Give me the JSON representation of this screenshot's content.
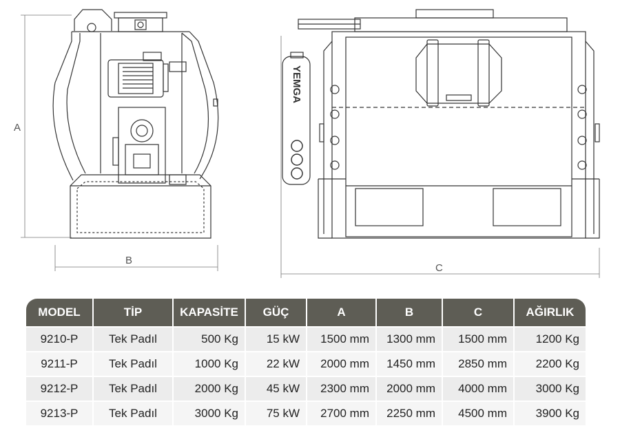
{
  "drawing": {
    "dimension_labels": {
      "a": "A",
      "b": "B",
      "c": "C"
    },
    "logo_text": "YEMGA",
    "line_color": "#555555",
    "outline_color": "#333333"
  },
  "table": {
    "header_color": "#5e5d55",
    "columns": [
      "MODEL",
      "TİP",
      "KAPASİTE",
      "GÜÇ",
      "A",
      "B",
      "C",
      "AĞIRLIK"
    ],
    "rows": [
      [
        "9210-P",
        "Tek Padıl",
        "500 Kg",
        "15 kW",
        "1500 mm",
        "1300 mm",
        "1500 mm",
        "1200 Kg"
      ],
      [
        "9211-P",
        "Tek Padıl",
        "1000 Kg",
        "22 kW",
        "2000 mm",
        "1450 mm",
        "2850 mm",
        "2200 Kg"
      ],
      [
        "9212-P",
        "Tek Padıl",
        "2000 Kg",
        "45 kW",
        "2300 mm",
        "2000 mm",
        "4000 mm",
        "3000 Kg"
      ],
      [
        "9213-P",
        "Tek Padıl",
        "3000 Kg",
        "75 kW",
        "2700 mm",
        "2250 mm",
        "4500 mm",
        "3900 Kg"
      ]
    ]
  }
}
